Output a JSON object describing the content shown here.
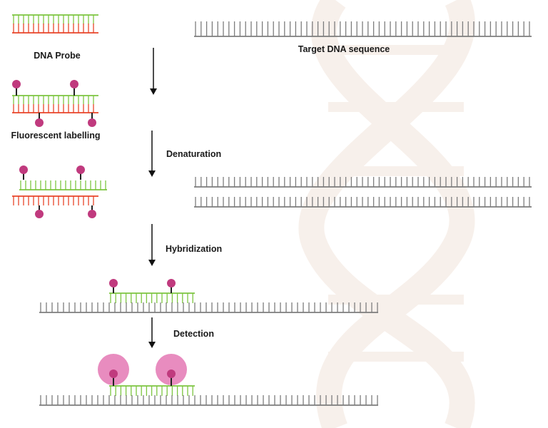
{
  "labels": {
    "dna_probe": "DNA Probe",
    "target_dna_sequence": "Target DNA sequence",
    "fluorescent_labelling": "Fluorescent labelling",
    "denaturation": "Denaturation",
    "hybridization": "Hybridization",
    "detection": "Detection"
  },
  "colors": {
    "probe_top_strand": "#7dc540",
    "probe_bottom_strand": "#e8452a",
    "target_strand": "#7d7d7d",
    "label_dot": "#c03a7e",
    "label_stem": "#222222",
    "glow": "#e88cbf",
    "arrow": "#111111",
    "background_helix": "#f7efe9"
  },
  "icons": {
    "fluorophore": "fluorophore-dot-icon",
    "arrow": "arrow-down-icon",
    "background": "dna-double-helix-watermark"
  }
}
